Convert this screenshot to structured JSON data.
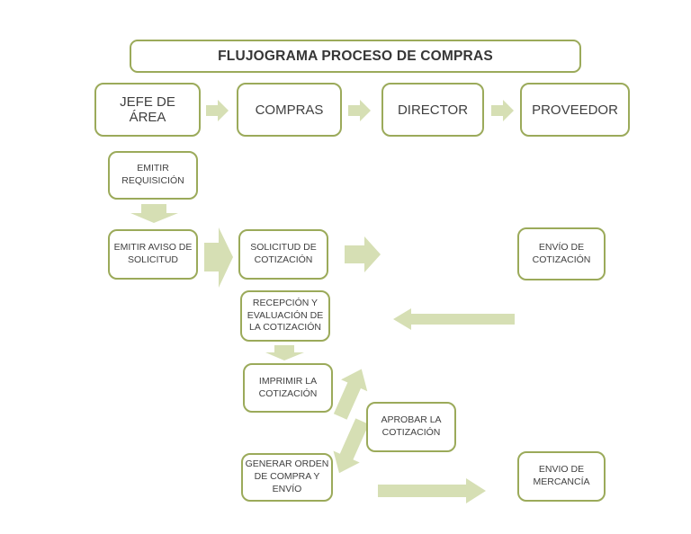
{
  "title": "FLUJOGRAMA PROCESO DE COMPRAS",
  "columns": [
    {
      "id": "jefe-de-area",
      "label": "JEFE DE\nÁREA"
    },
    {
      "id": "compras",
      "label": "COMPRAS"
    },
    {
      "id": "director",
      "label": "DIRECTOR"
    },
    {
      "id": "proveedor",
      "label": "PROVEEDOR"
    }
  ],
  "nodes": {
    "emitir_requisicion": {
      "label": "EMITIR\nREQUISICIÓN"
    },
    "emitir_aviso": {
      "label": "EMITIR AVISO DE\nSOLICITUD"
    },
    "solicitud_cotizacion": {
      "label": "SOLICITUD DE\nCOTIZACIÓN"
    },
    "envio_cotizacion": {
      "label": "ENVÍO DE\nCOTIZACIÓN"
    },
    "recepcion_evaluacion": {
      "label": "RECEPCIÓN Y\nEVALUACIÓN DE\nLA COTIZACIÓN"
    },
    "imprimir_cotizacion": {
      "label": "IMPRIMIR LA\nCOTIZACIÓN"
    },
    "aprobar_cotizacion": {
      "label": "APROBAR LA\nCOTIZACIÓN"
    },
    "generar_orden": {
      "label": "GENERAR ORDEN\nDE COMPRA Y\nENVÍO"
    },
    "envio_mercancia": {
      "label": "ENVIO DE\nMERCANCÍA"
    }
  },
  "arrows": [
    {
      "name": "arrow-jefe-to-compras",
      "direction": "right"
    },
    {
      "name": "arrow-compras-to-director",
      "direction": "right"
    },
    {
      "name": "arrow-director-to-proveedor",
      "direction": "right"
    },
    {
      "name": "arrow-requisicion-to-aviso",
      "direction": "down"
    },
    {
      "name": "arrow-aviso-to-solicitud",
      "direction": "right"
    },
    {
      "name": "arrow-solicitud-out",
      "direction": "right"
    },
    {
      "name": "arrow-envio-cotizacion-to-recepcion",
      "direction": "left"
    },
    {
      "name": "arrow-recepcion-to-imprimir",
      "direction": "down"
    },
    {
      "name": "arrow-imprimir-to-aprobar",
      "direction": "up-right"
    },
    {
      "name": "arrow-aprobar-to-generar",
      "direction": "down-left"
    },
    {
      "name": "arrow-generar-to-envio-mercancia",
      "direction": "right"
    }
  ],
  "colors": {
    "box_border": "#9baa5a",
    "arrow_fill": "#d6dfb4",
    "text": "#3f3f3f"
  }
}
